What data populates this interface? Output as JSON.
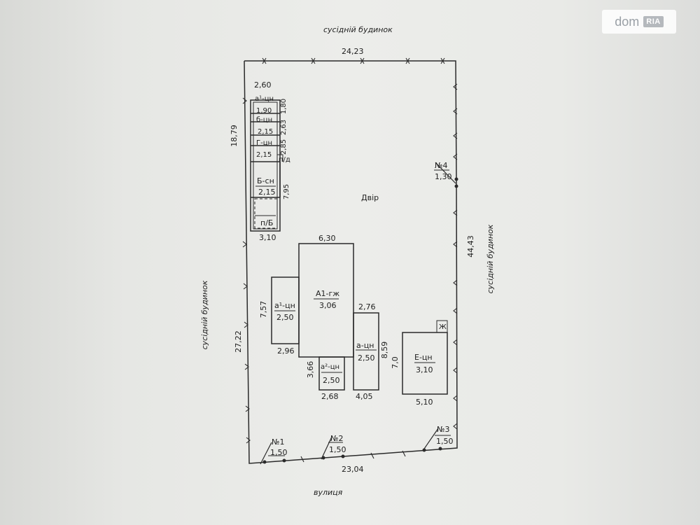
{
  "watermark": {
    "dom": "dom",
    "ria": "RIA"
  },
  "labels": {
    "neighbor_top": "сусідній будинок",
    "neighbor_left": "сусідній будинок",
    "neighbor_right": "сусідній будинок",
    "street": "вулиця",
    "yard": "Двір"
  },
  "perimeter": {
    "top": "24,23",
    "bottom": "23,04",
    "left_upper": "18,79",
    "left_lower": "27,22",
    "right": "44,43"
  },
  "outbuildings": {
    "width_top": "2,60",
    "width_bottom": "3,10",
    "a1_label": "а¹-цн",
    "a1_value": "1,90",
    "a1_dim": "1,80",
    "b_label": "б-цн",
    "b_value": "2,15",
    "b_dim": "2,63",
    "g_label": "Г-цн",
    "g_value": "2,15",
    "g_dim": "2,85",
    "pd_label": "п/д",
    "B_label": "Б-сн",
    "B_value": "2,15",
    "B_dim": "7,95",
    "pB_label": "п/Б"
  },
  "house": {
    "A1_label": "А1-гж",
    "A1_value": "3,06",
    "A1_width": "6,30",
    "a1_label": "а¹-цн",
    "a1_value": "2,50",
    "a1_height": "7,57",
    "a1_width": "2,96",
    "a_label": "а-цн",
    "a_value": "2,50",
    "a_width_top": "2,76",
    "a_height": "8,59",
    "a_width_bottom": "4,05",
    "a2_label": "а²-цн",
    "a2_value": "2,50",
    "a2_height": "3,66",
    "a2_width": "2,68"
  },
  "building_E": {
    "label": "Е-цн",
    "value": "3,10",
    "height": "7,0",
    "width": "5,10",
    "marker": "Ж"
  },
  "gates": [
    {
      "number": "№1",
      "value": "1,50"
    },
    {
      "number": "№2",
      "value": "1,50"
    },
    {
      "number": "№3",
      "value": "1,50"
    },
    {
      "number": "№4",
      "value": "1,30"
    }
  ]
}
